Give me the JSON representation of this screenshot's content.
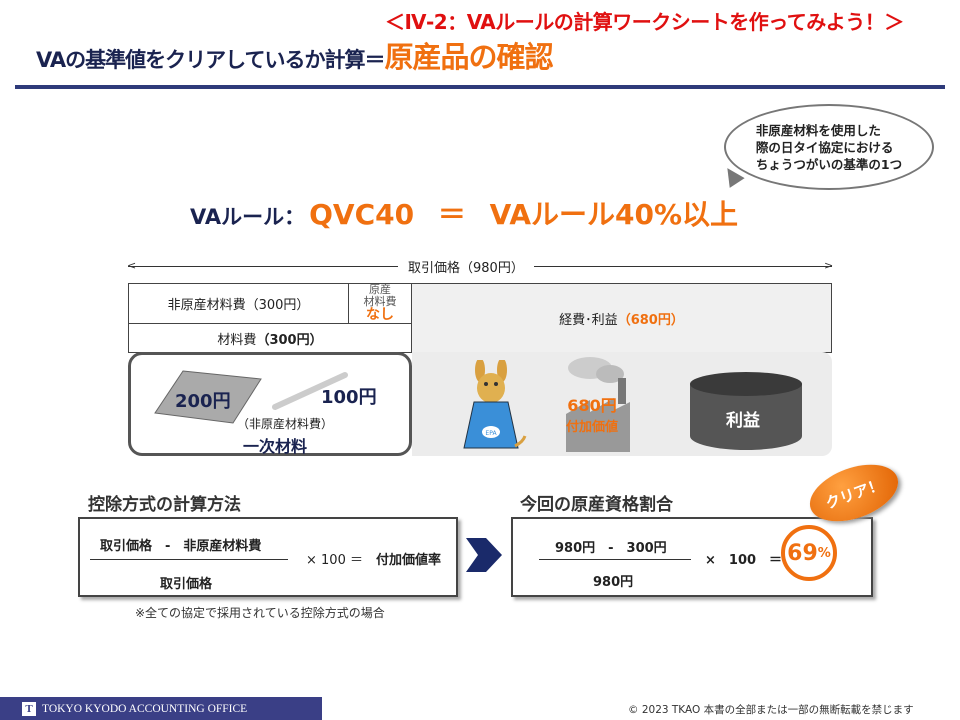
{
  "header": {
    "subtitle": "＜Ⅳ-2：VAルールの計算ワークシートを作ってみよう！＞",
    "title_prefix": "VAの基準値をクリアしているか計算＝",
    "title_highlight": "原産品の確認"
  },
  "bubble": {
    "lines": [
      "非原産材料を使用した",
      "際の日タイ協定における",
      "ちょうつがいの基準の1つ"
    ]
  },
  "va_rule": {
    "label": "VAルール：",
    "formula": "QVC40 ＝ VAルール40%以上"
  },
  "price_bar": {
    "label": "取引価格（980円）"
  },
  "table": {
    "non_origin": "非原産材料費（300円）",
    "origin_label": "原産\n材料費",
    "origin_none": "なし",
    "material_label": "材料費",
    "material_value": "（300円）",
    "expense_label": "経費･利益",
    "expense_value": "（680円）"
  },
  "materials": {
    "plate_price": "200円",
    "rod_price": "100円",
    "non_origin_note": "（非原産材料費）",
    "category": "一次材料"
  },
  "panel": {
    "mascot_badge": "EPA",
    "factory_value": "680円",
    "factory_label": "付加価値",
    "profit_label": "利益"
  },
  "method": {
    "heading": "控除方式の計算方法",
    "numerator": "取引価格　-　非原産材料費",
    "denominator": "取引価格",
    "multiplier": "× 100 ＝",
    "result": "付加価値率"
  },
  "current": {
    "heading": "今回の原産資格割合",
    "numerator": "980円　-　300円",
    "denominator": "980円",
    "multiplier": "×　100　＝",
    "result_value": "69",
    "result_unit": "%",
    "badge": "クリア！"
  },
  "note": "※全ての協定で採用されている控除方式の場合",
  "footer": {
    "company": "TOKYO KYODO ACCOUNTING OFFICE",
    "copyright": "© 2023 TKAO 本書の全部または一部の無断転載を禁じます"
  },
  "colors": {
    "navy": "#1a2350",
    "orange": "#f07010",
    "red": "#e01010",
    "bar": "#3a3f86"
  }
}
